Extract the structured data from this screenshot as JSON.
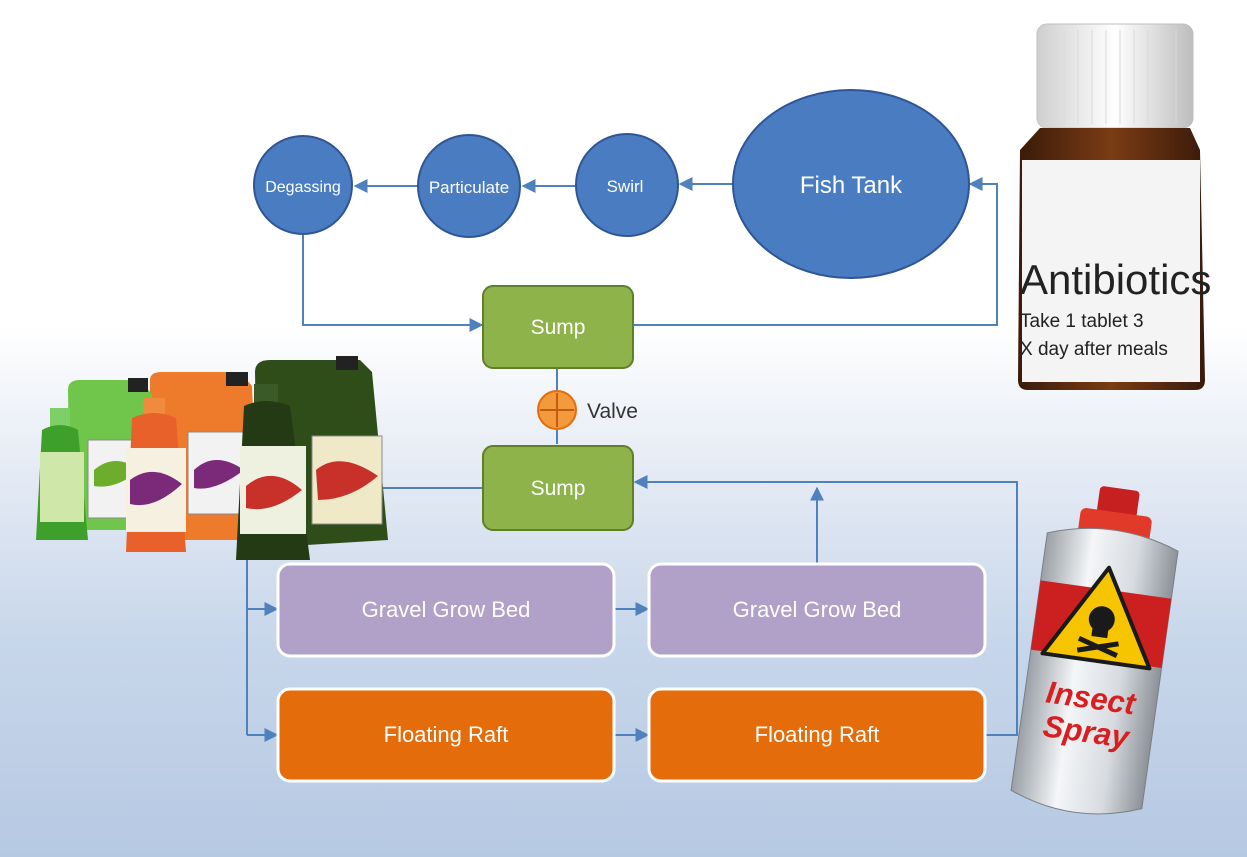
{
  "diagram": {
    "nodes": {
      "fish_tank": "Fish Tank",
      "swirl": "Swirl",
      "particulate": "Particulate",
      "degassing": "Degassing",
      "sump_top": "Sump",
      "sump_bottom": "Sump",
      "valve": "Valve",
      "gravel_bed_1": "Gravel Grow Bed",
      "gravel_bed_2": "Gravel Grow Bed",
      "raft_1": "Floating Raft",
      "raft_2": "Floating Raft"
    }
  },
  "antibiotics_bottle": {
    "title": "Antibiotics",
    "line1": "Take 1 tablet 3",
    "line2": "X day after meals"
  },
  "insect_spray": {
    "line1": "Insect",
    "line2": "Spray"
  },
  "colors": {
    "circle_blue": "#4a7cc1",
    "sump_green": "#8db34a",
    "gravel_purple": "#b1a0c7",
    "raft_orange": "#e46c0a",
    "valve_orange": "#f39a3c",
    "connector_blue": "#4f81bd"
  }
}
